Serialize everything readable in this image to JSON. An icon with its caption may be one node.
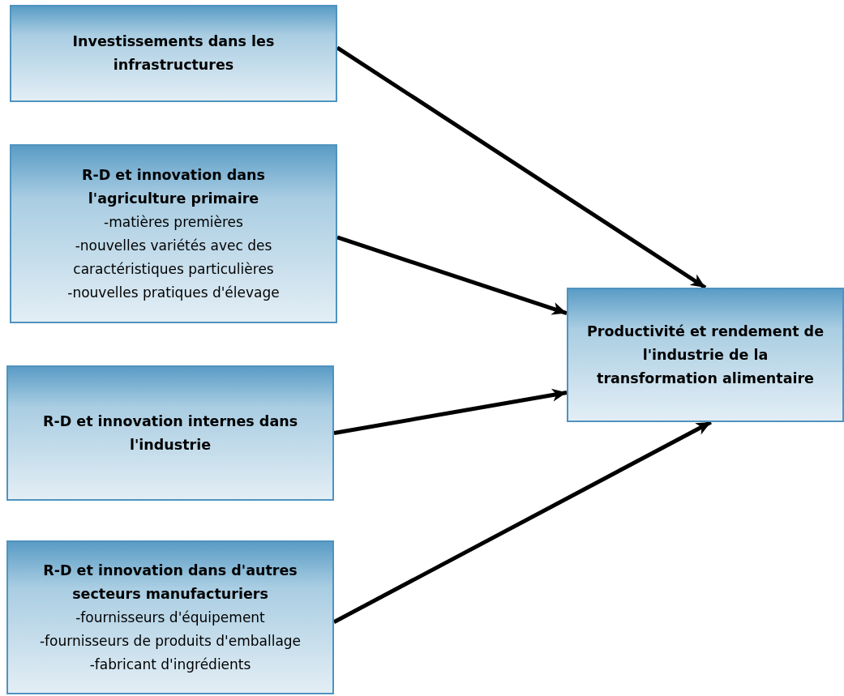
{
  "diagram": {
    "nodes": [
      {
        "text": [
          "Investissements dans les infrastructures"
        ]
      },
      {
        "text": [
          "R-D et innovation dans l'agriculture primaire",
          "-matières premières",
          "-nouvelles variétés avec des caractéristiques particulières",
          "-nouvelles pratiques d'élevage"
        ]
      },
      {
        "text": [
          "R-D et innovation internes dans l'industrie"
        ]
      },
      {
        "text": [
          "R-D et innovation dans d'autres secteurs manufacturiers",
          "-fournisseurs d'équipement",
          "-fournisseurs de produits d'emballage",
          "-fabricant d'ingrédients"
        ]
      },
      {
        "text": [
          "Productivité et rendement de l'industrie de la transformation alimentaire"
        ]
      }
    ],
    "edges": [
      {
        "from": 0,
        "to": 4,
        "arrow": "to"
      },
      {
        "from": 1,
        "to": 4,
        "arrow": "to"
      },
      {
        "from": 2,
        "to": 4,
        "arrow": "to"
      },
      {
        "from": 3,
        "to": 4,
        "arrow": "to"
      }
    ]
  }
}
